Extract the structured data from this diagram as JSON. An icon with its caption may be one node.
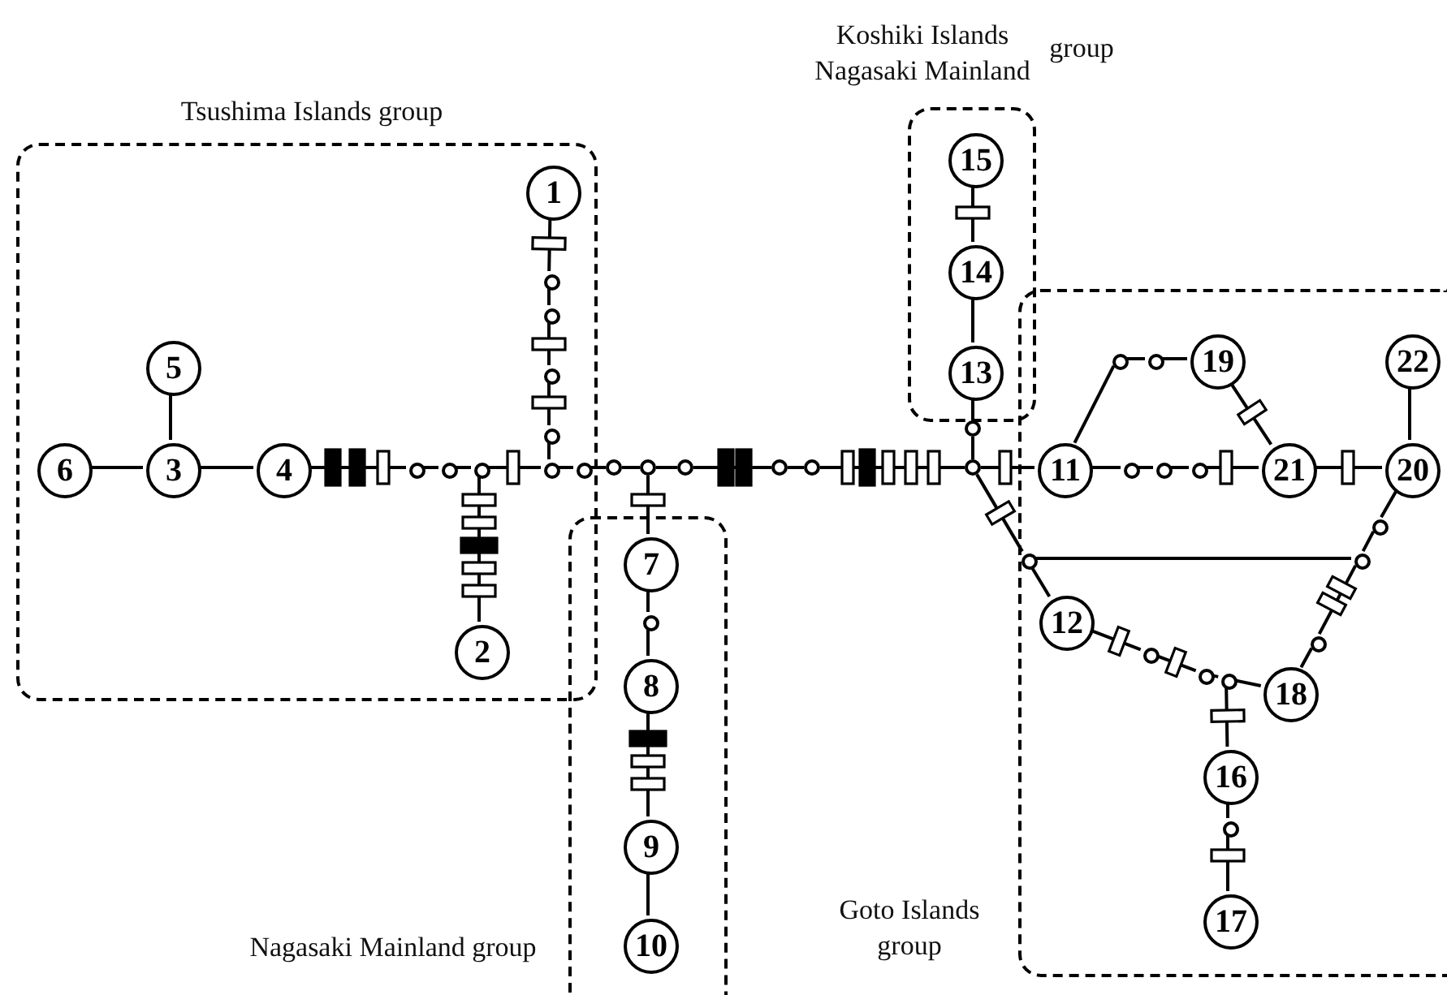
{
  "diagram": {
    "nodes": [
      {
        "text": [
          "Tsushima Islands group"
        ]
      },
      {
        "text": [
          "Nagasaki Mainland group"
        ]
      },
      {
        "text": [
          "Koshiki Islands Nagasaki Mainland",
          "group"
        ]
      },
      {
        "text": [
          "Goto Islands group"
        ]
      },
      {
        "text": [
          "1"
        ],
        "in": 0
      },
      {
        "text": [
          "2"
        ],
        "in": 0
      },
      {
        "text": [
          "3"
        ],
        "in": 0
      },
      {
        "text": [
          "4"
        ],
        "in": 0
      },
      {
        "text": [
          "5"
        ],
        "in": 0
      },
      {
        "text": [
          "6"
        ],
        "in": 0
      },
      {
        "text": [
          "7"
        ],
        "in": 1
      },
      {
        "text": [
          "8"
        ],
        "in": 1
      },
      {
        "text": [
          "9"
        ],
        "in": 1
      },
      {
        "text": [
          "10"
        ],
        "in": 1
      },
      {
        "text": [
          "11"
        ],
        "in": 3
      },
      {
        "text": [
          "12"
        ],
        "in": 3
      },
      {
        "text": [
          "13"
        ],
        "in": 2
      },
      {
        "text": [
          "14"
        ],
        "in": 2
      },
      {
        "text": [
          "15"
        ],
        "in": 2
      },
      {
        "text": [
          "16"
        ],
        "in": 3
      },
      {
        "text": [
          "17"
        ],
        "in": 3
      },
      {
        "text": [
          "18"
        ],
        "in": 3
      },
      {
        "text": [
          "19"
        ],
        "in": 3
      },
      {
        "text": [
          "20"
        ],
        "in": 3
      },
      {
        "text": [
          "21"
        ],
        "in": 3
      },
      {
        "text": [
          "22"
        ],
        "in": 3
      },
      {
        "text": [],
        "shape": "circle",
        "in": 0
      },
      {
        "text": [],
        "shape": "circle",
        "in": 0
      },
      {
        "text": [],
        "shape": "circle",
        "in": 0
      },
      {
        "text": [],
        "shape": "circle",
        "in": 0
      },
      {
        "text": [],
        "shape": "circle",
        "in": 0
      },
      {
        "text": [],
        "shape": "circle"
      },
      {
        "text": [],
        "shape": "circle"
      },
      {
        "text": [],
        "shape": "circle"
      },
      {
        "text": [],
        "shape": "circle"
      },
      {
        "text": [],
        "shape": "circle"
      },
      {
        "text": [],
        "shape": "circle"
      },
      {
        "text": [],
        "shape": "circle",
        "in": 0
      },
      {
        "text": [],
        "shape": "circle",
        "in": 0
      },
      {
        "text": [],
        "shape": "circle",
        "in": 0
      },
      {
        "text": [],
        "shape": "circle",
        "in": 0
      },
      {
        "text": [],
        "shape": "circle",
        "in": 1
      },
      {
        "text": [],
        "shape": "circle"
      },
      {
        "text": [],
        "shape": "circle",
        "in": 3
      },
      {
        "text": [],
        "shape": "circle",
        "in": 3
      },
      {
        "text": [],
        "shape": "circle",
        "in": 3
      },
      {
        "text": [],
        "shape": "circle",
        "in": 3
      },
      {
        "text": [],
        "shape": "circle",
        "in": 3
      },
      {
        "text": [],
        "shape": "circle",
        "in": 3
      },
      {
        "text": [],
        "shape": "circle",
        "in": 3
      },
      {
        "text": [],
        "shape": "circle",
        "in": 3
      },
      {
        "text": [],
        "shape": "circle",
        "in": 3
      },
      {
        "text": [],
        "shape": "circle",
        "in": 3
      },
      {
        "text": [],
        "shape": "circle",
        "in": 3
      },
      {
        "text": [],
        "shape": "circle",
        "in": 3
      },
      {
        "text": [],
        "shape": "circle",
        "in": 3
      }
    ],
    "edges": [
      {
        "from": 9,
        "to": 6,
        "arrow": "none"
      },
      {
        "from": 8,
        "to": 6,
        "arrow": "none"
      },
      {
        "from": 6,
        "to": 7,
        "arrow": "none"
      },
      {
        "from": 7,
        "to": 26,
        "arrow": "none"
      },
      {
        "from": 26,
        "to": 27,
        "arrow": "none"
      },
      {
        "from": 27,
        "to": 28,
        "arrow": "none"
      },
      {
        "from": 28,
        "to": 5,
        "arrow": "none"
      },
      {
        "from": 28,
        "to": 29,
        "arrow": "none"
      },
      {
        "from": 29,
        "to": 37,
        "arrow": "none"
      },
      {
        "from": 37,
        "to": 38,
        "arrow": "none"
      },
      {
        "from": 38,
        "to": 39,
        "arrow": "none"
      },
      {
        "from": 39,
        "to": 40,
        "arrow": "none"
      },
      {
        "from": 40,
        "to": 4,
        "arrow": "none"
      },
      {
        "from": 29,
        "to": 30,
        "arrow": "none"
      },
      {
        "from": 30,
        "to": 31,
        "arrow": "none"
      },
      {
        "from": 31,
        "to": 32,
        "arrow": "none"
      },
      {
        "from": 32,
        "to": 10,
        "arrow": "none"
      },
      {
        "from": 10,
        "to": 41,
        "arrow": "none"
      },
      {
        "from": 41,
        "to": 11,
        "arrow": "none"
      },
      {
        "from": 11,
        "to": 12,
        "arrow": "none"
      },
      {
        "from": 12,
        "to": 13,
        "arrow": "none"
      },
      {
        "from": 32,
        "to": 33,
        "arrow": "none"
      },
      {
        "from": 33,
        "to": 34,
        "arrow": "none"
      },
      {
        "from": 34,
        "to": 35,
        "arrow": "none"
      },
      {
        "from": 35,
        "to": 36,
        "arrow": "none"
      },
      {
        "from": 36,
        "to": 42,
        "arrow": "none"
      },
      {
        "from": 42,
        "to": 16,
        "arrow": "none"
      },
      {
        "from": 16,
        "to": 17,
        "arrow": "none"
      },
      {
        "from": 17,
        "to": 18,
        "arrow": "none"
      },
      {
        "from": 36,
        "to": 14,
        "arrow": "none"
      },
      {
        "from": 36,
        "to": 43,
        "arrow": "none"
      },
      {
        "from": 43,
        "to": 15,
        "arrow": "none"
      },
      {
        "from": 43,
        "to": 49,
        "arrow": "none"
      },
      {
        "from": 14,
        "to": 44,
        "arrow": "none"
      },
      {
        "from": 44,
        "to": 45,
        "arrow": "none"
      },
      {
        "from": 45,
        "to": 22,
        "arrow": "none"
      },
      {
        "from": 22,
        "to": 24,
        "arrow": "none"
      },
      {
        "from": 14,
        "to": 46,
        "arrow": "none"
      },
      {
        "from": 46,
        "to": 47,
        "arrow": "none"
      },
      {
        "from": 47,
        "to": 48,
        "arrow": "none"
      },
      {
        "from": 48,
        "to": 24,
        "arrow": "none"
      },
      {
        "from": 24,
        "to": 23,
        "arrow": "none"
      },
      {
        "from": 23,
        "to": 25,
        "arrow": "none"
      },
      {
        "from": 23,
        "to": 50,
        "arrow": "none"
      },
      {
        "from": 50,
        "to": 49,
        "arrow": "none"
      },
      {
        "from": 49,
        "to": 51,
        "arrow": "none"
      },
      {
        "from": 51,
        "to": 21,
        "arrow": "none"
      },
      {
        "from": 15,
        "to": 52,
        "arrow": "none"
      },
      {
        "from": 52,
        "to": 53,
        "arrow": "none"
      },
      {
        "from": 53,
        "to": 54,
        "arrow": "none"
      },
      {
        "from": 54,
        "to": 21,
        "arrow": "none"
      },
      {
        "from": 54,
        "to": 19,
        "arrow": "none"
      },
      {
        "from": 19,
        "to": 55,
        "arrow": "none"
      },
      {
        "from": 55,
        "to": 20,
        "arrow": "none"
      }
    ]
  }
}
